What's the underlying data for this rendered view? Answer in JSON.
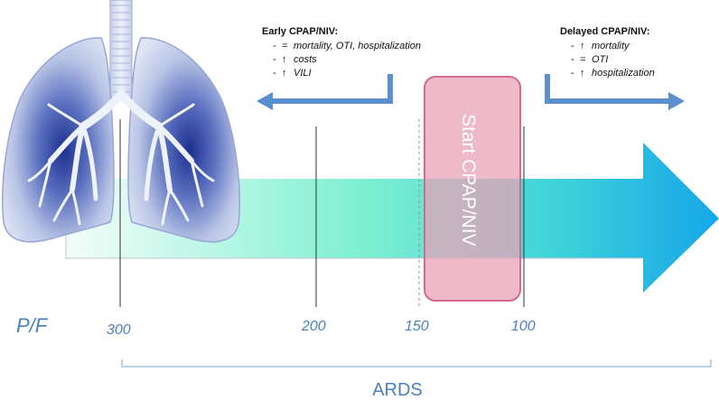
{
  "axis": {
    "variable_label": "P/F",
    "ticks": [
      "300",
      "200",
      "150",
      "100"
    ],
    "range_label": "ARDS"
  },
  "center_box": {
    "label": "Start CPAP/NIV",
    "fill": "#e8a3b8",
    "stroke": "#d46a8c"
  },
  "early": {
    "title": "Early CPAP/NIV:",
    "items": [
      {
        "prefix": "-",
        "symbol": "=",
        "text": "mortality, OTI, hospitalization"
      },
      {
        "prefix": "-",
        "symbol": "↑",
        "text": "costs"
      },
      {
        "prefix": "-",
        "symbol": "↑",
        "text": "VILI"
      }
    ]
  },
  "delayed": {
    "title": "Delayed CPAP/NIV:",
    "items": [
      {
        "prefix": "-",
        "symbol": "↑",
        "text": "mortality"
      },
      {
        "prefix": "-",
        "symbol": "=",
        "text": "OTI"
      },
      {
        "prefix": "-",
        "symbol": "↑",
        "text": "hospitalization"
      }
    ]
  },
  "colors": {
    "accent": "#4a7fc1",
    "arrow_start": "#e9fbf4",
    "arrow_mid": "#5fe8c8",
    "arrow_end": "#1aa9e8",
    "bracket_arrow": "#5b8fcf",
    "lung_fill": "#c9d3ea",
    "lung_dark": "#2b3f9c"
  }
}
